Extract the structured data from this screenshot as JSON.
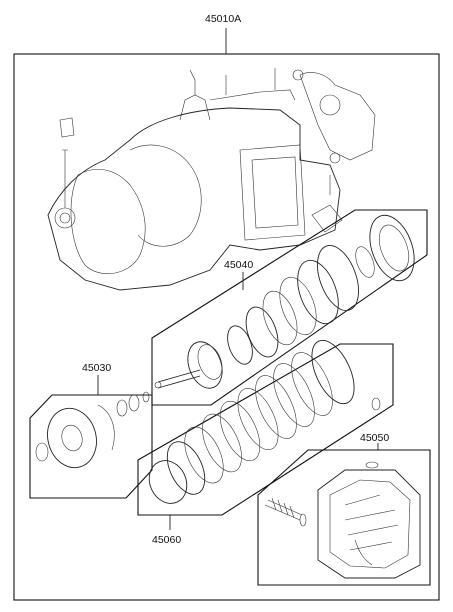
{
  "diagram": {
    "labels": {
      "assembly": "45010A",
      "clutch_group": "45040",
      "oil_pump": "45030",
      "valve_body": "45050",
      "disc_kit": "45060"
    }
  }
}
